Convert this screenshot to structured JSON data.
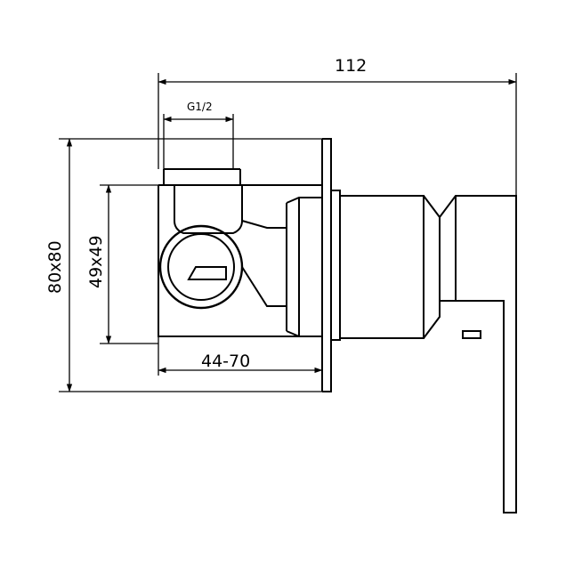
{
  "dimensions": {
    "overall_depth": "112",
    "thread": "G1/2",
    "plate_height": "80x80",
    "body_height": "49x49",
    "wall_depth": "44-70"
  }
}
